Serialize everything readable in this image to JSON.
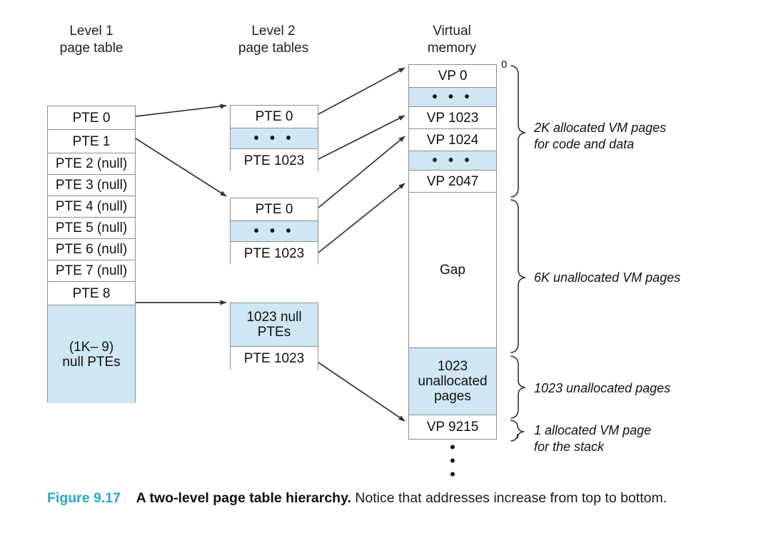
{
  "figure": {
    "number_label": "Figure 9.17",
    "title": "A two-level page table hierarchy.",
    "body": " Notice that addresses increase from top to bottom."
  },
  "columns": {
    "level1": {
      "title_line1": "Level 1",
      "title_line2": "page table"
    },
    "level2": {
      "title_line1": "Level 2",
      "title_line2": "page tables"
    },
    "vm": {
      "title_line1": "Virtual",
      "title_line2": "memory"
    }
  },
  "level1_table": {
    "entries": [
      {
        "label": "PTE 0",
        "null": false,
        "shaded": false
      },
      {
        "label": "PTE 1",
        "null": false,
        "shaded": false
      },
      {
        "label": "PTE 2 (null)",
        "null": true,
        "shaded": false
      },
      {
        "label": "PTE 3 (null)",
        "null": true,
        "shaded": false
      },
      {
        "label": "PTE 4 (null)",
        "null": true,
        "shaded": false
      },
      {
        "label": "PTE 5 (null)",
        "null": true,
        "shaded": false
      },
      {
        "label": "PTE 6 (null)",
        "null": true,
        "shaded": false
      },
      {
        "label": "PTE 7 (null)",
        "null": true,
        "shaded": false
      },
      {
        "label": "PTE 8",
        "null": false,
        "shaded": false
      }
    ],
    "tail": {
      "line1": "(1K– 9)",
      "line2": "null PTEs",
      "shaded": true
    }
  },
  "level2_tables": [
    {
      "name": "level2-table-a",
      "rows": [
        {
          "label": "PTE 0",
          "shaded": false
        },
        {
          "label": "• • •",
          "shaded": true
        },
        {
          "label": "PTE 1023",
          "shaded": false
        }
      ]
    },
    {
      "name": "level2-table-b",
      "rows": [
        {
          "label": "PTE 0",
          "shaded": false
        },
        {
          "label": "• • •",
          "shaded": true
        },
        {
          "label": "PTE 1023",
          "shaded": false
        }
      ]
    },
    {
      "name": "level2-table-c",
      "rows": [
        {
          "label": "1023 null\nPTEs",
          "shaded": true
        },
        {
          "label": "PTE 1023",
          "shaded": false
        }
      ]
    }
  ],
  "virtual_memory": {
    "start_address_label": "0",
    "blocks": [
      {
        "label": "VP 0",
        "shaded": false
      },
      {
        "label": "• • •",
        "shaded": true
      },
      {
        "label": "VP 1023",
        "shaded": false
      },
      {
        "label": "VP 1024",
        "shaded": false
      },
      {
        "label": "• • •",
        "shaded": true
      },
      {
        "label": "VP 2047",
        "shaded": false
      },
      {
        "label": "Gap",
        "shaded": false
      },
      {
        "label": "1023\nunallocated\npages",
        "shaded": true
      },
      {
        "label": "VP 9215",
        "shaded": false
      }
    ],
    "trailing_dots": "⋮"
  },
  "annotations": [
    {
      "name": "annot-allocated-code-data",
      "line1": "2K allocated VM pages",
      "line2": "for code and data"
    },
    {
      "name": "annot-unallocated-6k",
      "line1": "6K unallocated VM pages",
      "line2": ""
    },
    {
      "name": "annot-unallocated-1023",
      "line1": "1023 unallocated pages",
      "line2": ""
    },
    {
      "name": "annot-stack-page",
      "line1": "1 allocated VM page",
      "line2": "for the stack"
    }
  ],
  "colors": {
    "shaded_fill": "#cfe7f3",
    "border": "#8e8e8e",
    "arrow": "#333333",
    "figure_number": "#27a9c8"
  }
}
